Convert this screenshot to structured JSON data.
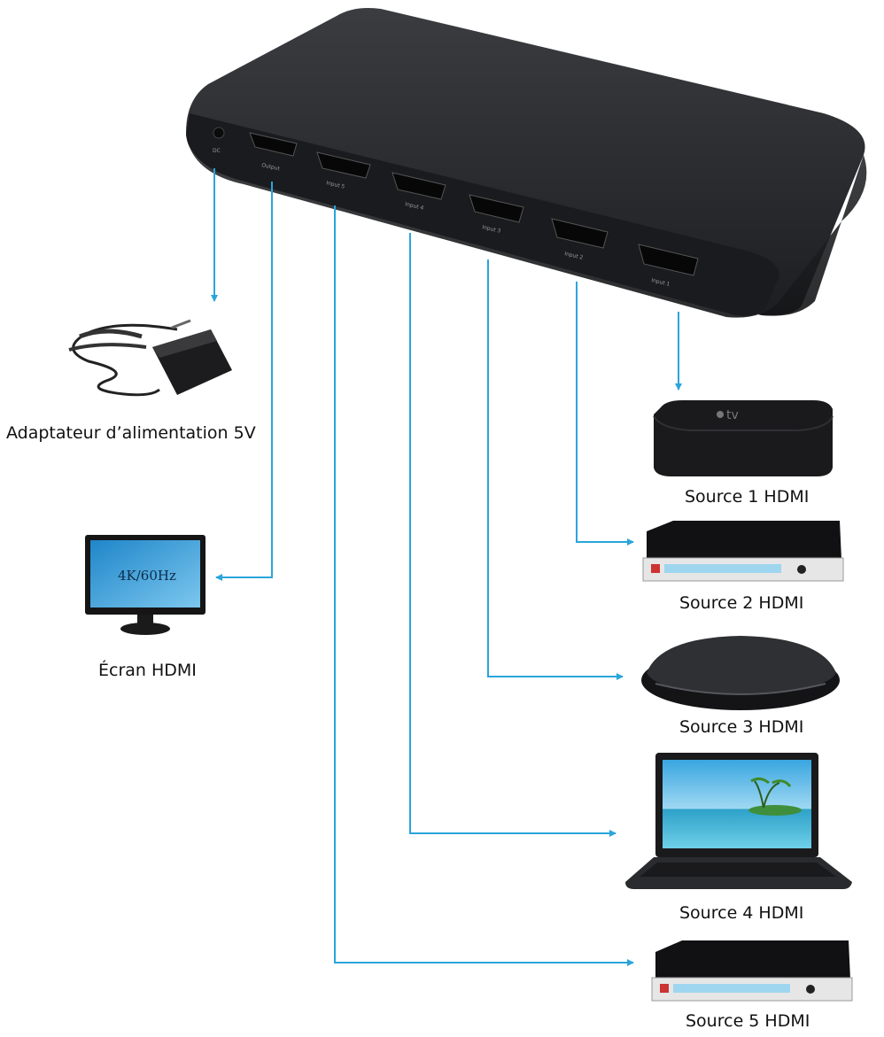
{
  "switcher": {
    "port_labels": [
      "DC",
      "Output",
      "Input 5",
      "Input 4",
      "Input 3",
      "Input 2",
      "Input 1"
    ]
  },
  "devices": {
    "power_adapter": {
      "label": "Adaptateur d’alimentation 5V"
    },
    "monitor": {
      "label": "Écran HDMI",
      "screen_text": "4K/60Hz"
    },
    "source1": {
      "label": "Source 1 HDMI",
      "logo_text": "tv"
    },
    "source2": {
      "label": "Source 2 HDMI"
    },
    "source3": {
      "label": "Source 3 HDMI"
    },
    "source4": {
      "label": "Source 4 HDMI"
    },
    "source5": {
      "label": "Source 5 HDMI"
    }
  },
  "colors": {
    "connector": "#2aa5dc",
    "device_body": "#1e1f22",
    "background": "#ffffff"
  }
}
